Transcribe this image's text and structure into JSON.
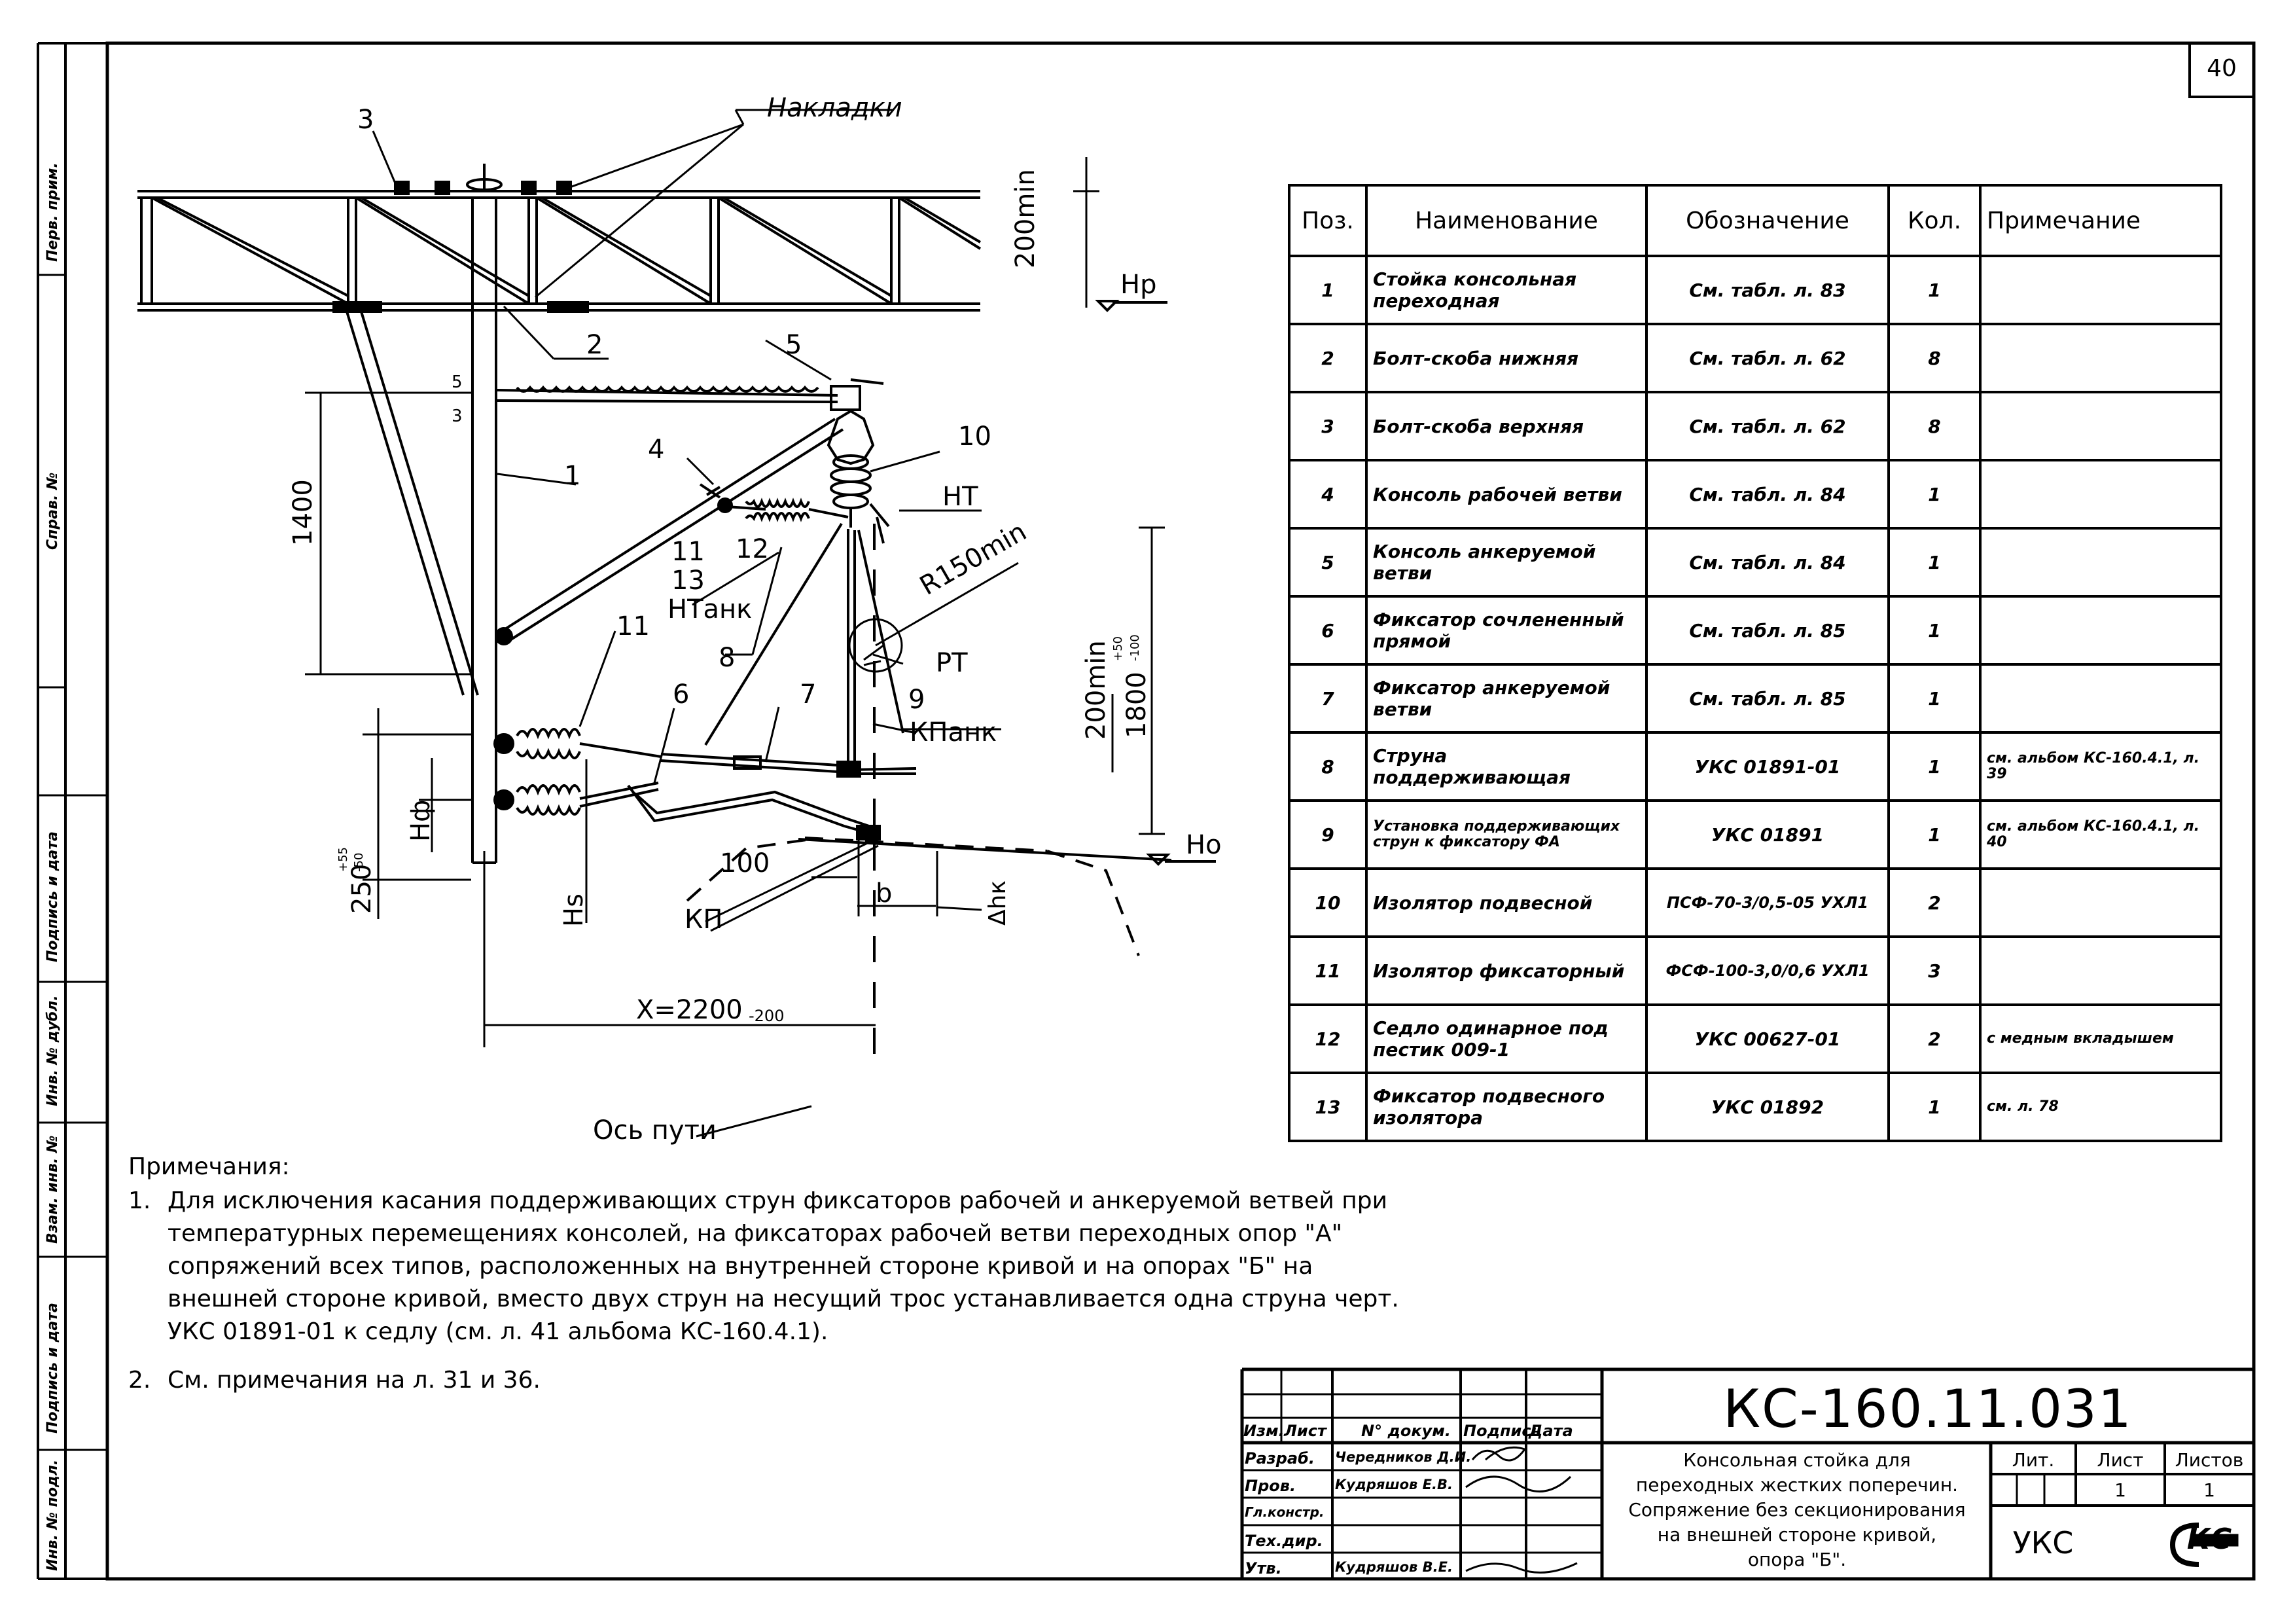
{
  "sheet_number": "40",
  "sidebar_labels": [
    "Перв. прим.",
    "Справ. №",
    "Подпись и дата",
    "Инв. № дубл.",
    "Взам. инв. №",
    "Подпись и дата",
    "Инв. № подл."
  ],
  "drawing": {
    "labels": {
      "nakladki": "Накладки",
      "hp": "Нр",
      "ho": "Но",
      "ht": "НТ",
      "htank": "НТанк",
      "kpank": "КПанк",
      "kp": "КП",
      "pt": "РТ",
      "r150": "R150min",
      "os_puti": "Ось пути",
      "hf": "Нф",
      "hs": "Hs",
      "b": "b",
      "dhk": "Δhк"
    },
    "dimensions": {
      "d200_top": "200min",
      "d1400": "1400",
      "d200_mid": "200min",
      "d1800": "1800",
      "d1800_tol_top": "+50",
      "d1800_tol_bot": "-100",
      "d250": "250",
      "d250_tol_top": "+55",
      "d250_tol_bot": "-50",
      "d100": "100",
      "x_main": "X=2200",
      "x_tol": "-200"
    },
    "positions": [
      "1",
      "2",
      "3",
      "4",
      "5",
      "6",
      "7",
      "8",
      "9",
      "10",
      "11",
      "12",
      "13"
    ],
    "small_marks": [
      "5",
      "3",
      "11",
      "13"
    ]
  },
  "parts_table": {
    "headers": [
      "Поз.",
      "Наименование",
      "Обозначение",
      "Кол.",
      "Примечание"
    ],
    "rows": [
      {
        "pos": "1",
        "name": "Стойка консольная переходная",
        "designation": "См. табл. л. 83",
        "qty": "1",
        "note": ""
      },
      {
        "pos": "2",
        "name": "Болт-скоба нижняя",
        "designation": "См. табл. л. 62",
        "qty": "8",
        "note": ""
      },
      {
        "pos": "3",
        "name": "Болт-скоба верхняя",
        "designation": "См. табл. л. 62",
        "qty": "8",
        "note": ""
      },
      {
        "pos": "4",
        "name": "Консоль рабочей ветви",
        "designation": "См. табл. л. 84",
        "qty": "1",
        "note": ""
      },
      {
        "pos": "5",
        "name": "Консоль анкеруемой ветви",
        "designation": "См. табл. л. 84",
        "qty": "1",
        "note": ""
      },
      {
        "pos": "6",
        "name": "Фиксатор сочлененный прямой",
        "designation": "См. табл. л. 85",
        "qty": "1",
        "note": ""
      },
      {
        "pos": "7",
        "name": "Фиксатор анкеруемой ветви",
        "designation": "См. табл. л. 85",
        "qty": "1",
        "note": ""
      },
      {
        "pos": "8",
        "name": "Струна поддерживающая",
        "designation": "УКС 01891-01",
        "qty": "1",
        "note": "см. альбом КС-160.4.1, л. 39"
      },
      {
        "pos": "9",
        "name": "Установка поддерживающих струн к фиксатору ФА",
        "designation": "УКС 01891",
        "qty": "1",
        "note": "см. альбом КС-160.4.1, л. 40"
      },
      {
        "pos": "10",
        "name": "Изолятор подвесной",
        "designation": "ПСФ-70-3/0,5-05 УХЛ1",
        "qty": "2",
        "note": ""
      },
      {
        "pos": "11",
        "name": "Изолятор фиксаторный",
        "designation": "ФСФ-100-3,0/0,6 УХЛ1",
        "qty": "3",
        "note": ""
      },
      {
        "pos": "12",
        "name": "Седло одинарное под пестик 009-1",
        "designation": "УКС 00627-01",
        "qty": "2",
        "note": "с медным вкладышем"
      },
      {
        "pos": "13",
        "name": "Фиксатор подвесного изолятора",
        "designation": "УКС 01892",
        "qty": "1",
        "note": "см. л. 78"
      }
    ]
  },
  "notes": {
    "title": "Примечания:",
    "items": [
      {
        "num": "1.",
        "text": "Для исключения касания поддерживающих струн фиксаторов рабочей и анкеруемой ветвей при температурных перемещениях консолей, на фиксаторах рабочей ветви переходных опор \"А\" сопряжений всех типов, расположенных на внутренней стороне кривой и на опорах \"Б\" на внешней стороне кривой, вместо двух струн на несущий трос устанавливается одна струна черт. УКС 01891-01 к седлу (см. л. 41 альбома КС-160.4.1)."
      },
      {
        "num": "2.",
        "text": "См. примечания на л. 31 и 36."
      }
    ]
  },
  "title_block": {
    "doc_code": "КС-160.11.031",
    "headers": {
      "izm": "Изм.",
      "list": "Лист",
      "ndok": "N° докум.",
      "podpis": "Подпись",
      "data": "Дата"
    },
    "roles": [
      {
        "role": "Разраб.",
        "name": "Чередников Д.И."
      },
      {
        "role": "Пров.",
        "name": "Кудряшов Е.В."
      },
      {
        "role": "Гл.констр.",
        "name": ""
      },
      {
        "role": "Тех.дир.",
        "name": ""
      },
      {
        "role": "Утв.",
        "name": "Кудряшов В.Е."
      }
    ],
    "description": [
      "Консольная стойка для",
      "переходных жестких поперечин.",
      "Сопряжение без секционирования",
      "на внешней стороне кривой,",
      "опора \"Б\"."
    ],
    "lit_label": "Лит.",
    "list_label": "Лист",
    "listov_label": "Листов",
    "list_value": "1",
    "listov_value": "1",
    "org": "УКС",
    "logo_text": "КС"
  }
}
